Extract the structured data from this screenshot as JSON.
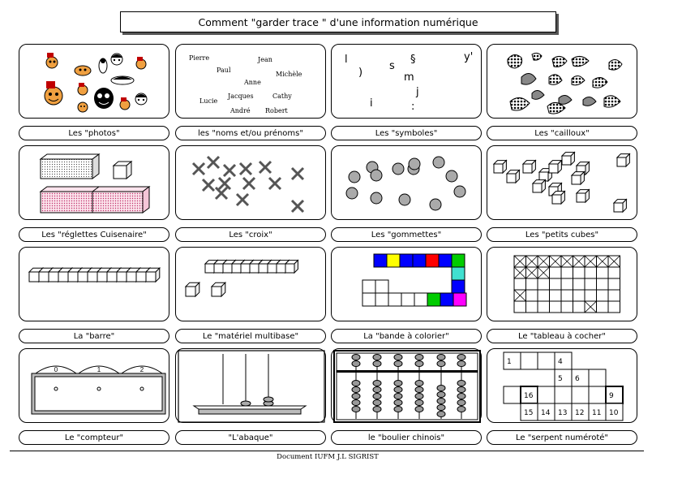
{
  "title": "Comment \"garder trace \" d'une information numérique",
  "footer": "Document IUFM J.L SIGRIST",
  "labels": {
    "photos": "Les \"photos\"",
    "noms": "les \"noms et/ou prénoms\"",
    "symboles": "Les \"symboles\"",
    "cailloux": "Les \"cailloux\"",
    "reglettes": "Les \"réglettes Cuisenaire\"",
    "croix": "Les \"croix\"",
    "gommettes": "Les \"gommettes\"",
    "petits_cubes": "Les \"petits cubes\"",
    "barre": "La \"barre\"",
    "multibase": "Le \"matériel multibase\"",
    "bande": "La \"bande à colorier\"",
    "tableau": "Le \"tableau à cocher\"",
    "compteur": "Le \"compteur\"",
    "abaque": "\"L'abaque\"",
    "boulier": "le \"boulier chinois\"",
    "serpent": "Le \"serpent numéroté\""
  },
  "names": [
    "Pierre",
    "Jean",
    "Paul",
    "Michèle",
    "Anne",
    "Lucie",
    "Jacques",
    "Cathy",
    "André",
    "Robert"
  ],
  "symbols": [
    "l",
    "§",
    "y'",
    ")",
    "s",
    "m",
    "j",
    "i",
    ":"
  ],
  "compteur_digits": [
    "0",
    "1",
    "2"
  ],
  "serpent_numbers": [
    "1",
    "4",
    "5",
    "6",
    "16",
    "9",
    "15",
    "14",
    "13",
    "12",
    "11",
    "10"
  ]
}
